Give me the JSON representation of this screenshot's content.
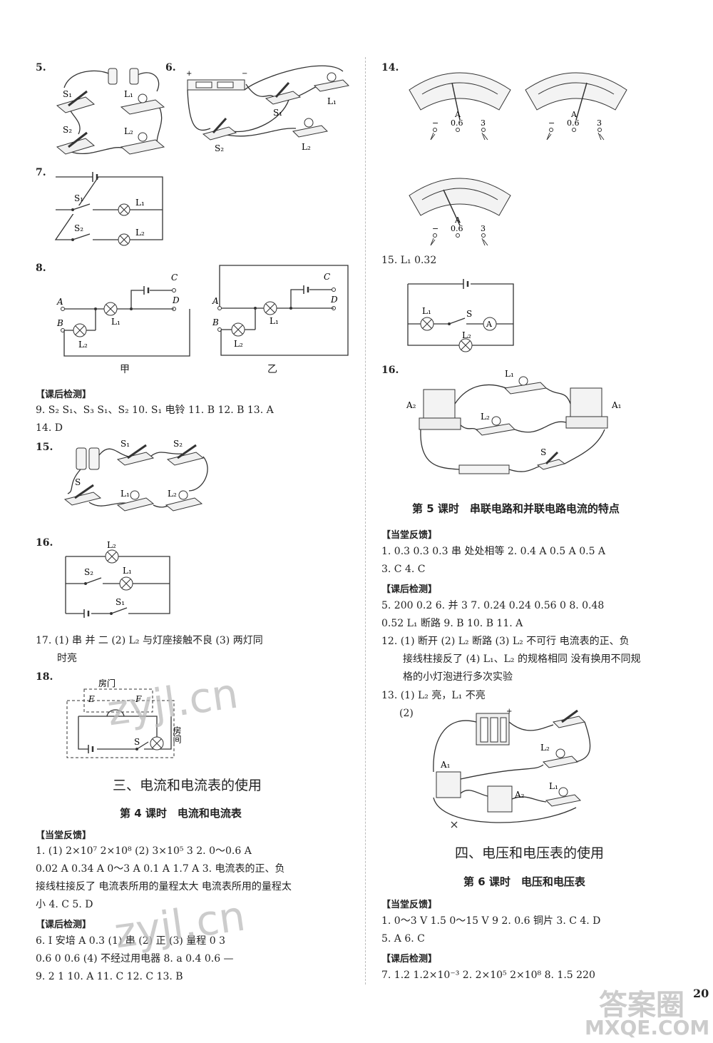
{
  "left": {
    "q5": "5.",
    "q6": "6.",
    "q7": "7.",
    "q8": "8.",
    "fig8_left_caption": "甲",
    "fig8_right_caption": "乙",
    "section_after_class": "【课后检测】",
    "ans_9_13": [
      "9. S",
      "S",
      "S",
      "S",
      "S",
      "10. S",
      "电铃",
      "11. B",
      "12. B",
      "13. A"
    ],
    "ans_line1": "9. S₂   S₁、S₃   S₁、S₂   10. S₁   电铃   11. B   12. B   13. A",
    "ans_line2": "14. D",
    "q15": "15.",
    "q16": "16.",
    "q17_line1": "17. (1) 串   并   二   (2) L₂ 与灯座接触不良   (3) 两灯同",
    "q17_line2": "时亮",
    "q18": "18.",
    "q18_label_door": "房门",
    "q18_label_room": "房间",
    "section3_title": "三、电流和电流表的使用",
    "lesson4_title": "第 4 课时　电流和电流表",
    "in_class_header": "【当堂反馈】",
    "lesson4_in_class": [
      "1. (1) 2×10⁷   2×10⁸   (2) 3×10⁵   3   2. 0～0.6 A",
      "0.02 A   0.34 A   0～3 A   0.1 A   1.7 A   3. 电流表的正、负",
      "接线柱接反了   电流表所用的量程太大   电流表所用的量程太",
      "小   4. C   5. D"
    ],
    "after_class_header": "【课后检测】",
    "lesson4_after_class": [
      "6. I   安培   A   0.3   (1) 串   (2) 正   (3) 量程   0   3",
      "0.6   0   0.6   (4) 不经过用电器   8. a   0.4   0.6   —",
      "9. 2   1   10. A   11. C   12. C   13. B"
    ]
  },
  "right": {
    "q14": "14.",
    "meter_labels": {
      "minus": "−",
      "mid": "0.6",
      "max": "3",
      "unit": "A"
    },
    "q15_line": "15. L₁   0.32",
    "q16": "16.",
    "lesson5_title": "第 5 课时　串联电路和并联电路电流的特点",
    "in_class_header": "【当堂反馈】",
    "lesson5_in_class": [
      "1. 0.3   0.3   0.3   串   处处相等   2. 0.4 A   0.5 A   0.5 A",
      "3. C   4. C"
    ],
    "after_class_header": "【课后检测】",
    "lesson5_after_class": [
      "5. 200   0.2   6. 并   3   7. 0.24   0.24   0.56   0   8. 0.48",
      "0.52   L₁ 断路   9. B   10. B   11. A",
      "12. (1) 断开   (2) L₂ 断路   (3) L₂   不可行   电流表的正、负",
      "接线柱接反了   (4) L₁、L₂ 的规格相同   没有换用不同规",
      "格的小灯泡进行多次实验",
      "13. (1) L₂ 亮，L₁ 不亮",
      "(2)"
    ],
    "section4_title": "四、电压和电压表的使用",
    "lesson6_title": "第 6 课时　电压和电压表",
    "lesson6_in_class": [
      "1. 0～3 V   1.5   0～15 V   9   2. 0.6   铜片   3. C   4. D",
      "5. A   6. C"
    ],
    "lesson6_after_class": [
      "7. 1.2   1.2×10⁻³   2. 2×10⁵   2×10⁸   8. 1.5   220"
    ],
    "page_number": "20"
  },
  "labels": {
    "S": "S",
    "S1": "S₁",
    "S2": "S₂",
    "L1": "L₁",
    "L2": "L₂",
    "A": "A",
    "B": "B",
    "C": "C",
    "D": "D",
    "A1": "A₁",
    "A2": "A₂",
    "E": "E",
    "F": "F"
  },
  "watermarks": [
    "zyjl.cn",
    "zyjl.cn",
    "答案圈",
    "MXQE.COM"
  ]
}
